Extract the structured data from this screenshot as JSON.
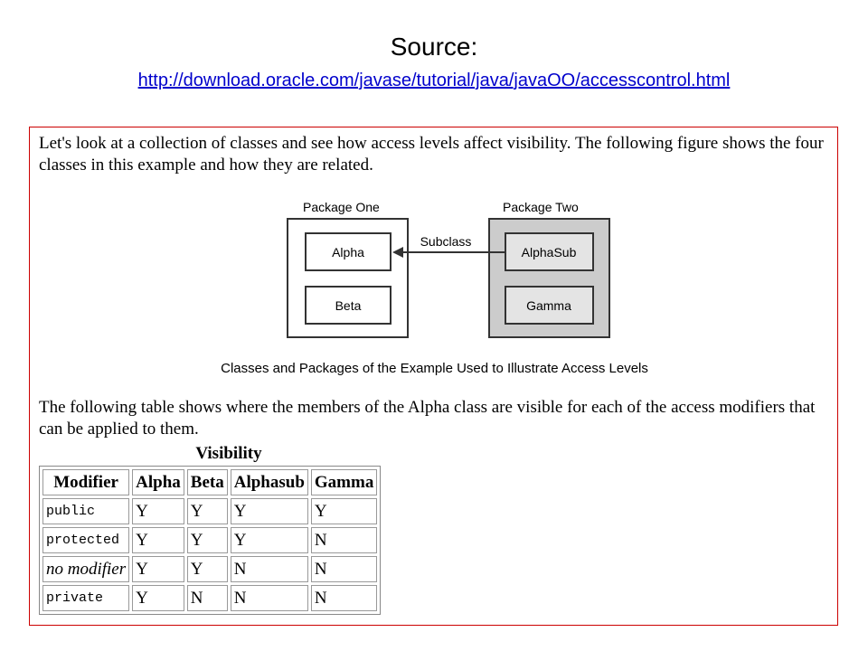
{
  "header": {
    "title": "Source:",
    "link": "http://download.oracle.com/javase/tutorial/java/javaOO/accesscontrol.html"
  },
  "excerpt": {
    "paragraph1": "Let's look at a collection of classes and see how access levels affect visibility. The following figure shows the four classes in this example and how they are related.",
    "figure": {
      "package_one": "Package One",
      "package_two": "Package Two",
      "class_alpha": "Alpha",
      "class_beta": "Beta",
      "class_alphasub": "AlphaSub",
      "class_gamma": "Gamma",
      "arrow_label": "Subclass",
      "caption": "Classes and Packages of the Example Used to Illustrate Access Levels"
    },
    "paragraph2": "The following table shows where the members of the Alpha class are visible for each of the access modifiers that can be applied to them.",
    "table": {
      "title": "Visibility",
      "headers": [
        "Modifier",
        "Alpha",
        "Beta",
        "Alphasub",
        "Gamma"
      ],
      "rows": [
        {
          "modifier": "public",
          "alpha": "Y",
          "beta": "Y",
          "alphasub": "Y",
          "gamma": "Y"
        },
        {
          "modifier": "protected",
          "alpha": "Y",
          "beta": "Y",
          "alphasub": "Y",
          "gamma": "N"
        },
        {
          "modifier": "no modifier",
          "alpha": "Y",
          "beta": "Y",
          "alphasub": "N",
          "gamma": "N"
        },
        {
          "modifier": "private",
          "alpha": "Y",
          "beta": "N",
          "alphasub": "N",
          "gamma": "N"
        }
      ]
    }
  }
}
